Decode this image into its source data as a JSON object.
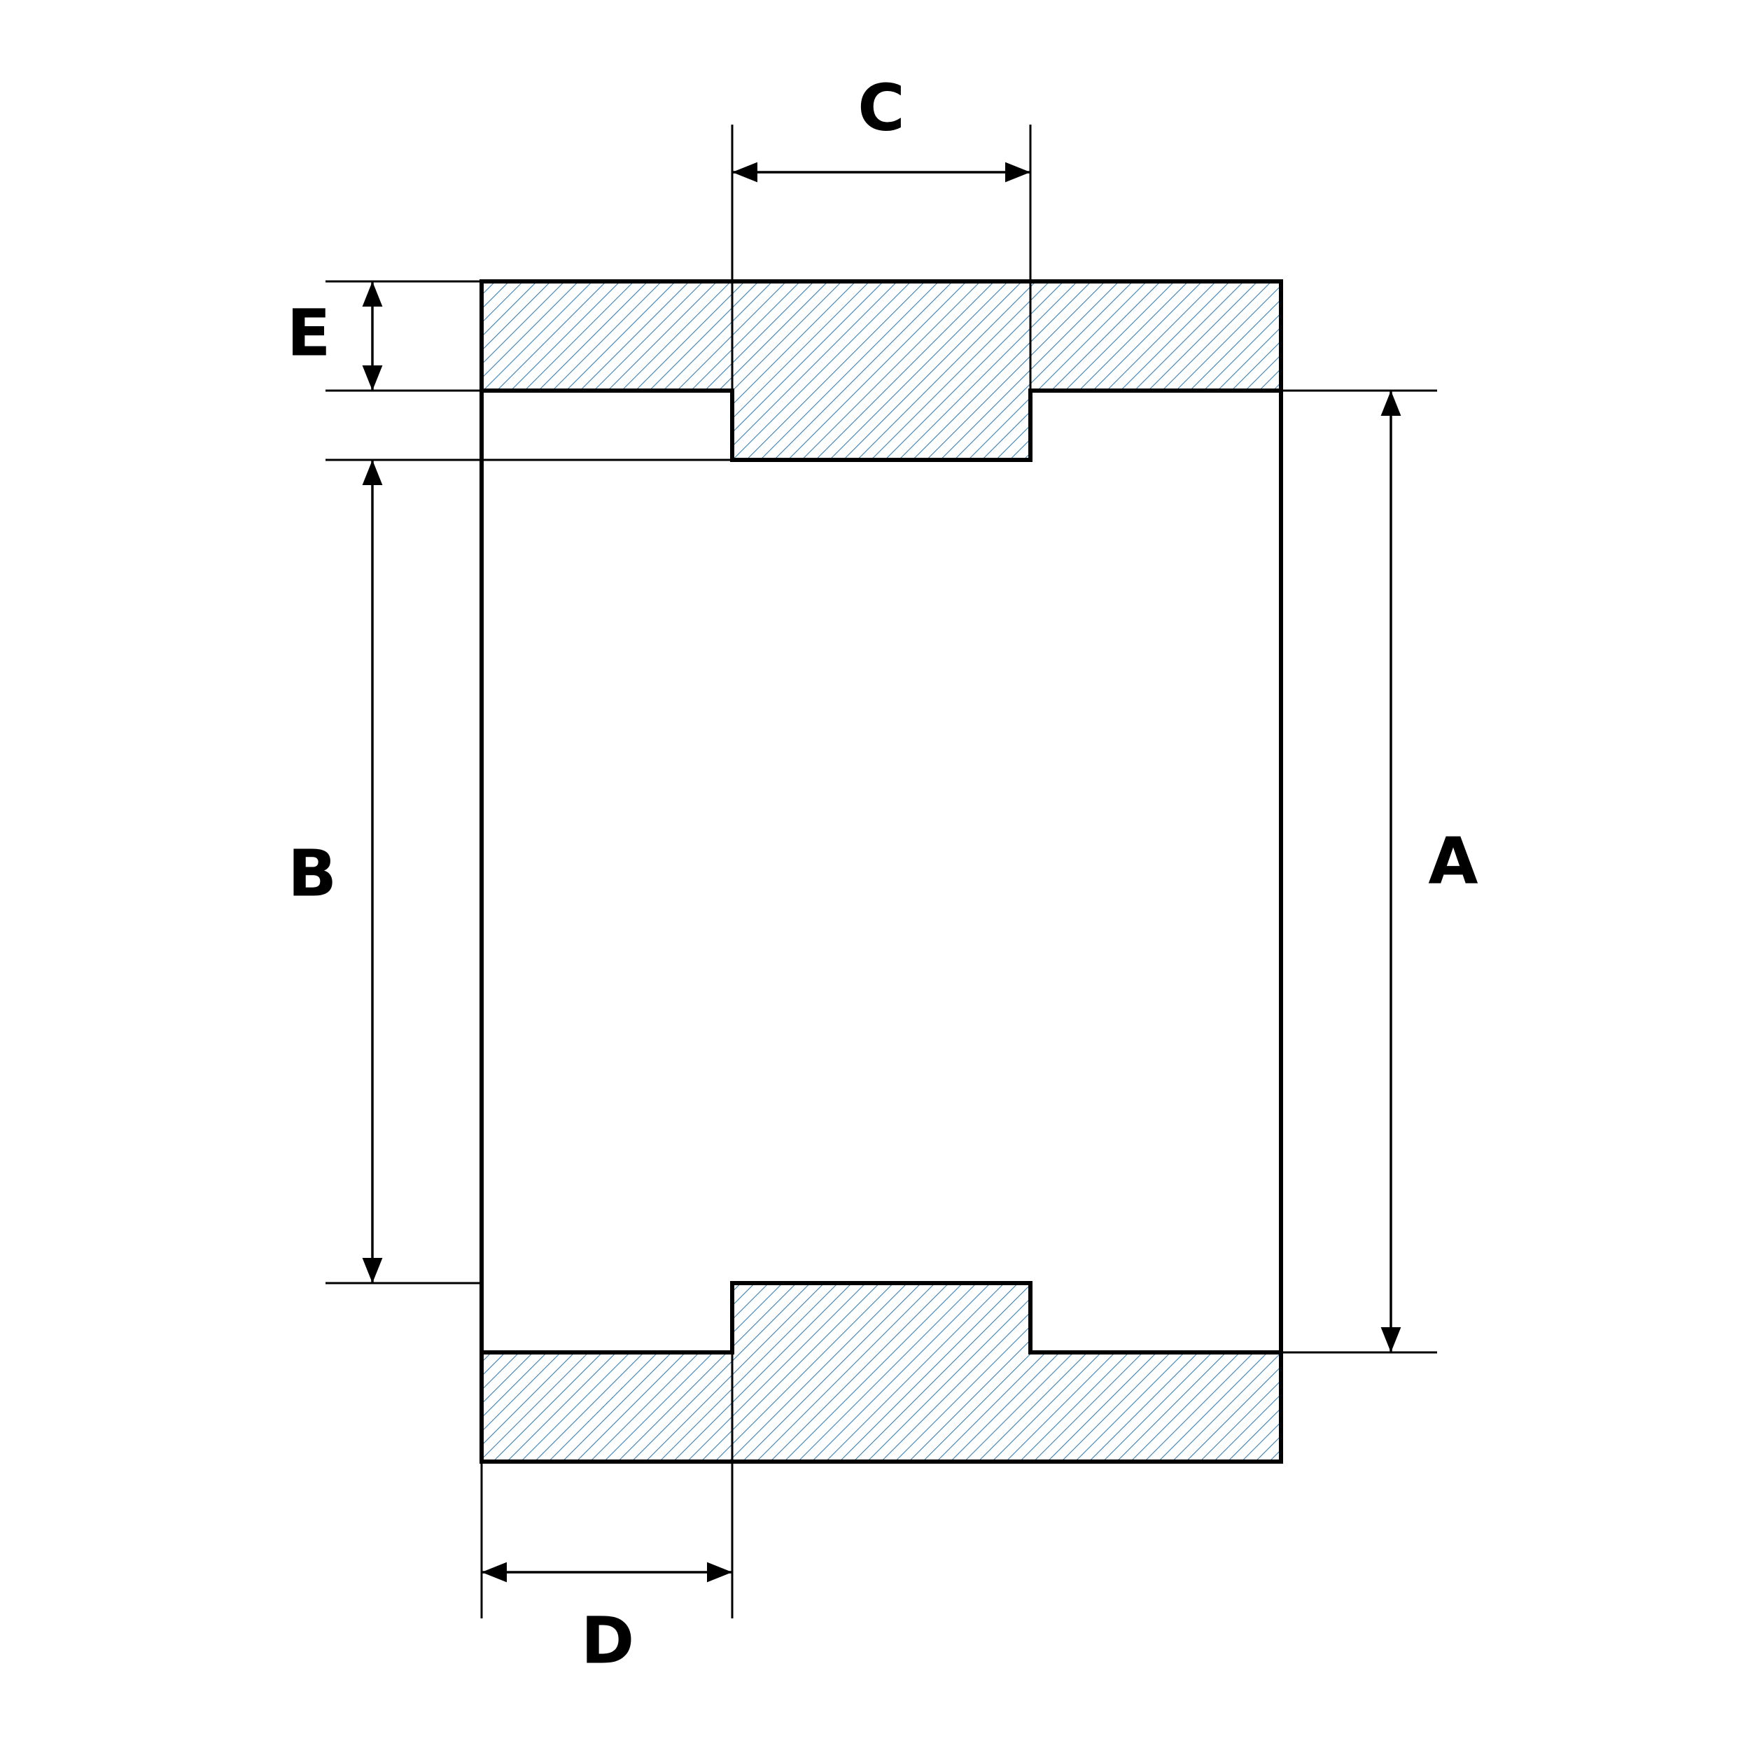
{
  "diagram": {
    "labels": {
      "A": "A",
      "B": "B",
      "C": "C",
      "D": "D",
      "E": "E"
    },
    "colors": {
      "outline": "#000000",
      "hatch": "#3a7fb0",
      "background": "#ffffff"
    },
    "hatch_pattern": "diagonal-lines"
  }
}
